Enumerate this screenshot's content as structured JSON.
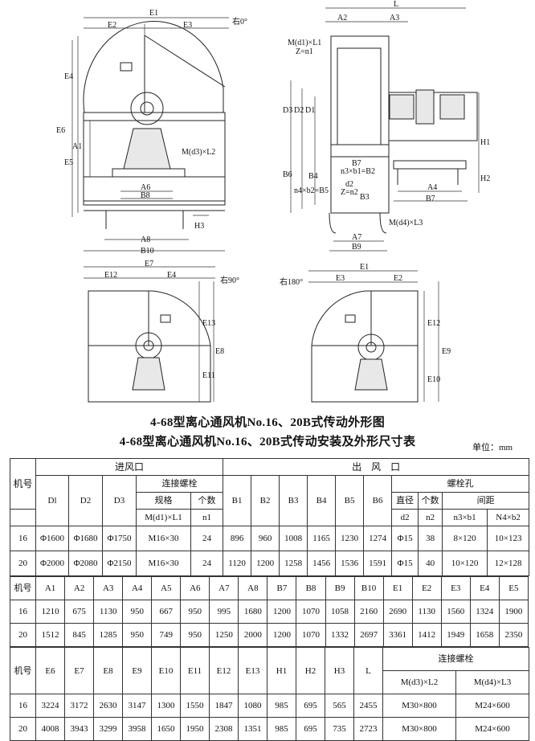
{
  "figure_labels": {
    "top_left": {
      "E1": "E1",
      "E2": "E2",
      "E3": "E3",
      "rot": "右0°",
      "E4": "E4",
      "E6": "E6",
      "A1": "A1",
      "E5": "E5",
      "M3": "M(d3)×L2",
      "A6": "A6",
      "B8": "B8",
      "H3": "H3",
      "A8": "A8",
      "B10": "B10"
    },
    "top_right": {
      "L": "L",
      "A2": "A2",
      "A3": "A3",
      "M1": "M(d1)×L1",
      "Zn": "Z=n1",
      "D3": "D3",
      "D2": "D2",
      "D1": "D1",
      "B6": "B6",
      "B4": "B4",
      "n4b2": "n4×b2=B5",
      "B7top": "B7",
      "n3b1": "n3×b1=B2",
      "d2": "d2",
      "Zn2": "Z=n2",
      "B3": "B3",
      "H1": "H1",
      "H2": "H2",
      "A4": "A4",
      "B7": "B7",
      "M4": "M(d4)×L3",
      "A7": "A7",
      "B9": "B9"
    },
    "bottom_left": {
      "E7": "E7",
      "E12": "E12",
      "E4": "E4",
      "rot": "右90°",
      "E13": "E13",
      "E8": "E8",
      "E11": "E11"
    },
    "bottom_right": {
      "E1": "E1",
      "rot": "右180°",
      "E3": "E3",
      "E2": "E2",
      "E12": "E12",
      "E9": "E9",
      "E10": "E10"
    }
  },
  "title1": "4-68型离心通风机No.16、20B式传动外形图",
  "title2": "4-68型离心通风机No.16、20B式传动安装及外形尺寸表",
  "unit": "单位：mm",
  "table1": {
    "machine": "机号",
    "inlet": "进风口",
    "outlet": "出　风　口",
    "conn_bolt": "连接螺栓",
    "spec": "规格",
    "count": "个数",
    "bolt_hole": "螺栓孔",
    "diameter": "直径",
    "num": "个数",
    "spacing": "间距",
    "D1": "Dl",
    "D2": "D2",
    "D3": "D3",
    "M1": "M(d1)×L1",
    "n1": "n1",
    "B1": "B1",
    "B2": "B2",
    "B3": "B3",
    "B4": "B4",
    "B5": "B5",
    "B6": "B6",
    "d2": "d2",
    "n2": "n2",
    "n3b1": "n3×b1",
    "n4b2": "N4×b2",
    "rows": [
      [
        "16",
        "Φ1600",
        "Φ1680",
        "Φ1750",
        "M16×30",
        "24",
        "896",
        "960",
        "1008",
        "1165",
        "1230",
        "1274",
        "Φ15",
        "38",
        "8×120",
        "10×123"
      ],
      [
        "20",
        "Φ2000",
        "Φ2080",
        "Φ2150",
        "M16×30",
        "24",
        "1120",
        "1200",
        "1258",
        "1456",
        "1536",
        "1591",
        "Φ15",
        "40",
        "10×120",
        "12×128"
      ]
    ]
  },
  "table2": {
    "header": [
      "机号",
      "A1",
      "A2",
      "A3",
      "A4",
      "A5",
      "A6",
      "A7",
      "A8",
      "B7",
      "B8",
      "B9",
      "B10",
      "E1",
      "E2",
      "E3",
      "E4",
      "E5"
    ],
    "rows": [
      [
        "16",
        "1210",
        "675",
        "1130",
        "950",
        "667",
        "950",
        "995",
        "1680",
        "1200",
        "1070",
        "1058",
        "2160",
        "2690",
        "1130",
        "1560",
        "1324",
        "1900"
      ],
      [
        "20",
        "1512",
        "845",
        "1285",
        "950",
        "749",
        "950",
        "1250",
        "2000",
        "1200",
        "1070",
        "1332",
        "2697",
        "3361",
        "1412",
        "1949",
        "1658",
        "2350"
      ]
    ]
  },
  "table3": {
    "header": [
      "机号",
      "E6",
      "E7",
      "E8",
      "E9",
      "E10",
      "E11",
      "E12",
      "E13",
      "H1",
      "H2",
      "H3",
      "L"
    ],
    "conn_bolt": "连接螺栓",
    "m3": "M(d3)×L2",
    "m4": "M(d4)×L3",
    "rows": [
      [
        "16",
        "3224",
        "3172",
        "2630",
        "3147",
        "1300",
        "1550",
        "1847",
        "1080",
        "985",
        "695",
        "565",
        "2455",
        "M30×800",
        "M24×600"
      ],
      [
        "20",
        "4008",
        "3943",
        "3299",
        "3958",
        "1650",
        "1950",
        "2308",
        "1351",
        "985",
        "695",
        "735",
        "2723",
        "M30×800",
        "M24×600"
      ]
    ]
  }
}
